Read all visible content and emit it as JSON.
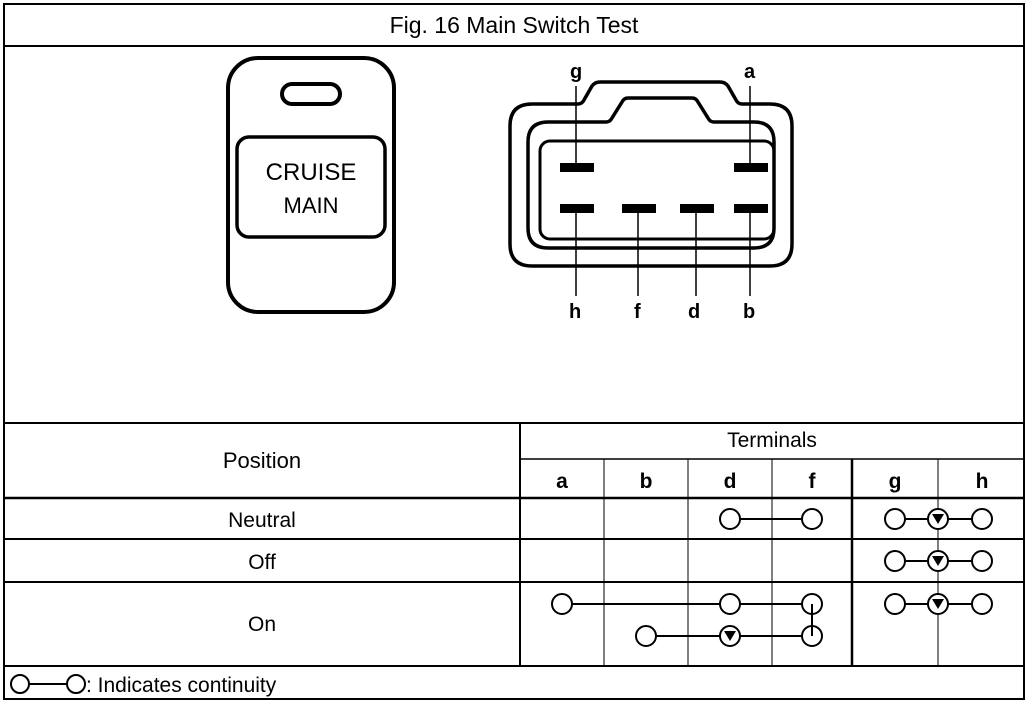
{
  "title": "Fig. 16 Main Switch Test",
  "switch": {
    "line1": "CRUISE",
    "line2": "MAIN"
  },
  "connector": {
    "top_labels": [
      "g",
      "a"
    ],
    "bottom_labels": [
      "h",
      "f",
      "d",
      "b"
    ]
  },
  "table": {
    "position_header": "Position",
    "terminals_header": "Terminals",
    "columns": [
      "a",
      "b",
      "d",
      "f",
      "g",
      "h"
    ],
    "rows": [
      {
        "label": "Neutral",
        "continuity": [
          [
            "d",
            "f"
          ],
          [
            "g",
            "h"
          ]
        ]
      },
      {
        "label": "Off",
        "continuity": [
          [
            "g",
            "h"
          ]
        ]
      },
      {
        "label": "On",
        "continuity": [
          [
            "a",
            "d",
            "f"
          ],
          [
            "b",
            "d",
            "f"
          ],
          [
            "g",
            "h"
          ]
        ]
      }
    ]
  },
  "legend": {
    "text": ": Indicates continuity"
  }
}
